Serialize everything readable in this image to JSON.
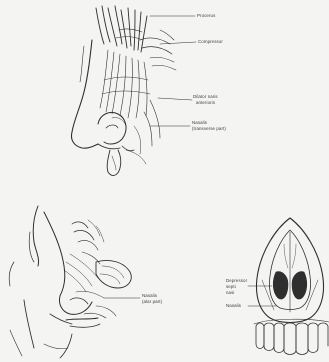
{
  "labels": {
    "procerus": "Procerus",
    "compressor": "Compressor",
    "dilator_upper": "Dilator naris",
    "dilator_lower": "anterioris",
    "nasalis_upper": "Nasalis",
    "nasalis_lower": "(transverse part)",
    "depressor_line1": "Depressor",
    "depressor_line2": "septi",
    "depressor_line3": "nasi",
    "nasalis_front": "Nasalis",
    "alar_upper": "Nasalis",
    "alar_lower": "(alar part)"
  },
  "colors": {
    "ink": "#2f2f2f",
    "paper": "#f4f4f2"
  }
}
